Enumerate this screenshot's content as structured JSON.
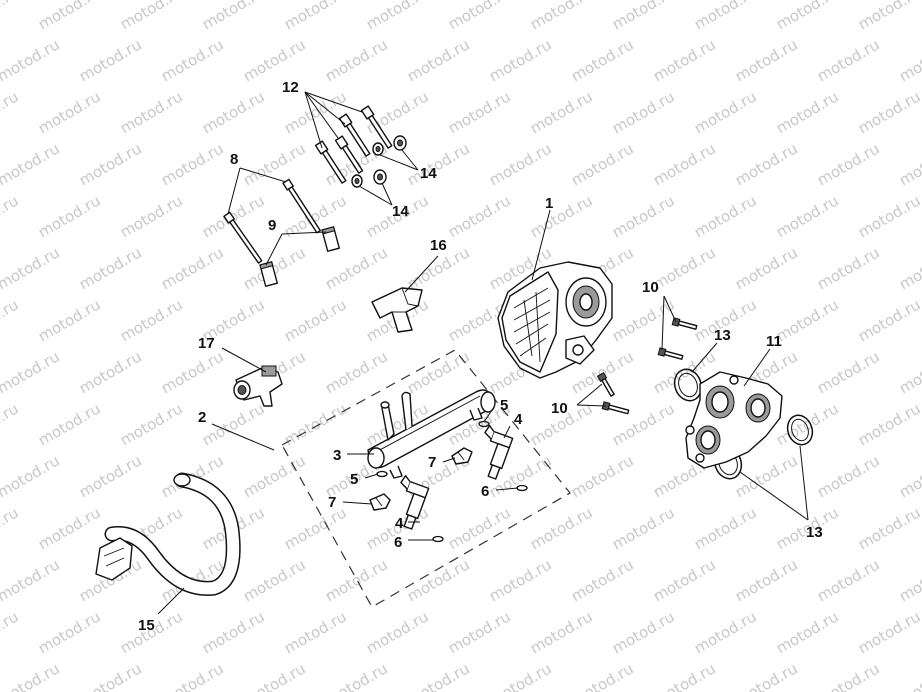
{
  "watermark": "motod.ru",
  "callouts": {
    "c1": "1",
    "c2": "2",
    "c3": "3",
    "c4a": "4",
    "c4b": "4",
    "c5a": "5",
    "c5b": "5",
    "c6a": "6",
    "c6b": "6",
    "c7a": "7",
    "c7b": "7",
    "c8": "8",
    "c9": "9",
    "c10a": "10",
    "c10b": "10",
    "c11": "11",
    "c12": "12",
    "c13a": "13",
    "c13b": "13",
    "c14a": "14",
    "c14b": "14",
    "c15": "15",
    "c16": "16",
    "c17": "17"
  }
}
